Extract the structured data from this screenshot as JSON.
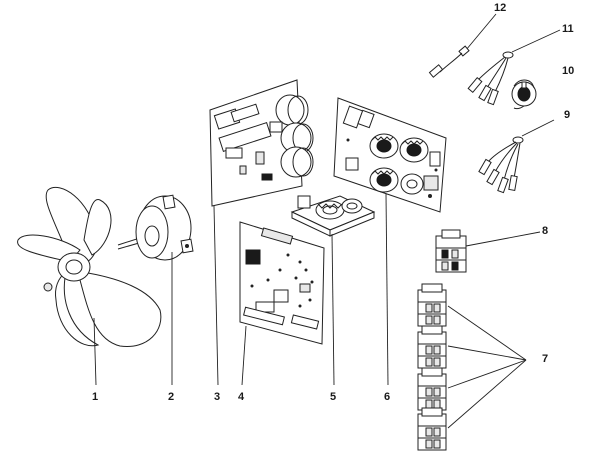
{
  "diagram": {
    "labels": {
      "fan_blade": "1",
      "fan_motor": "2",
      "control_board": "3",
      "main_pcb": "4",
      "filter_board_small": "5",
      "filter_board_large": "6",
      "terminal_blocks": "7",
      "terminal_block_single": "8",
      "sensor_harness_4": "9",
      "reactor_coil": "10",
      "sensor_harness_3": "11",
      "temp_sensor": "12"
    }
  }
}
